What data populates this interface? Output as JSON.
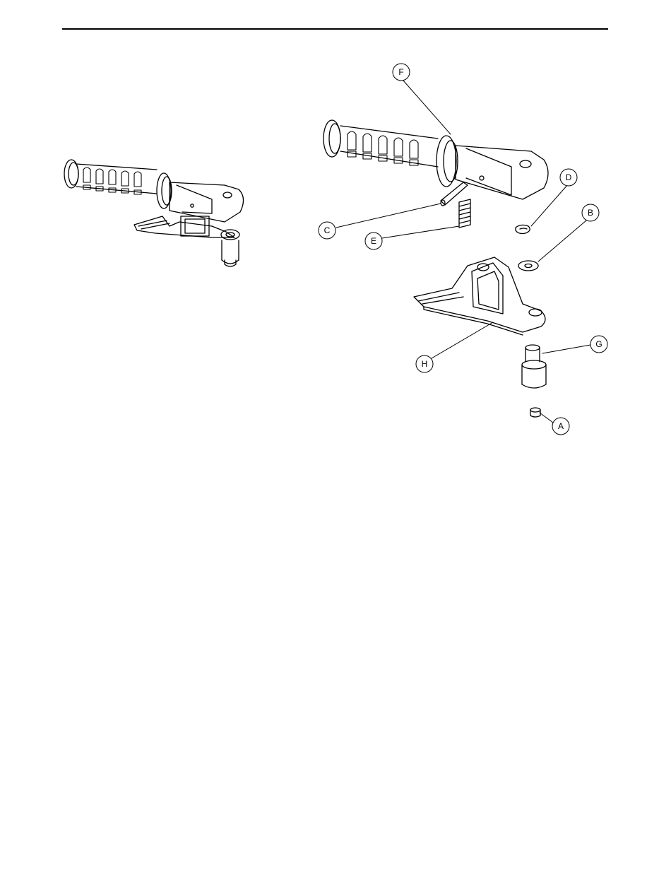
{
  "callouts": [
    {
      "id": "F",
      "label": "F"
    },
    {
      "id": "D",
      "label": "D"
    },
    {
      "id": "B",
      "label": "B"
    },
    {
      "id": "C",
      "label": "C"
    },
    {
      "id": "E",
      "label": "E"
    },
    {
      "id": "G",
      "label": "G"
    },
    {
      "id": "H",
      "label": "H"
    },
    {
      "id": "A",
      "label": "A"
    }
  ]
}
